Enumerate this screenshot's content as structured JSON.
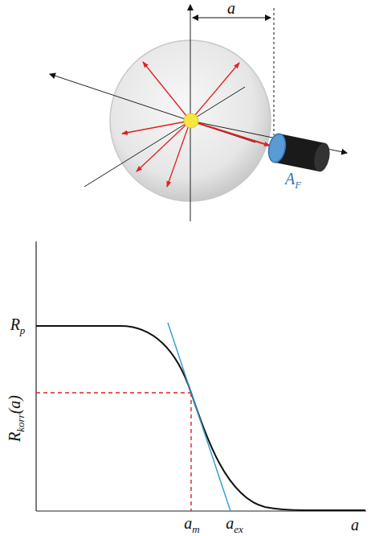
{
  "diagram": {
    "labels": [
      "a",
      "A",
      "F",
      "R",
      "p",
      "R",
      "korr",
      "(a)",
      "a",
      "m",
      "a",
      "ex",
      "a"
    ]
  }
}
